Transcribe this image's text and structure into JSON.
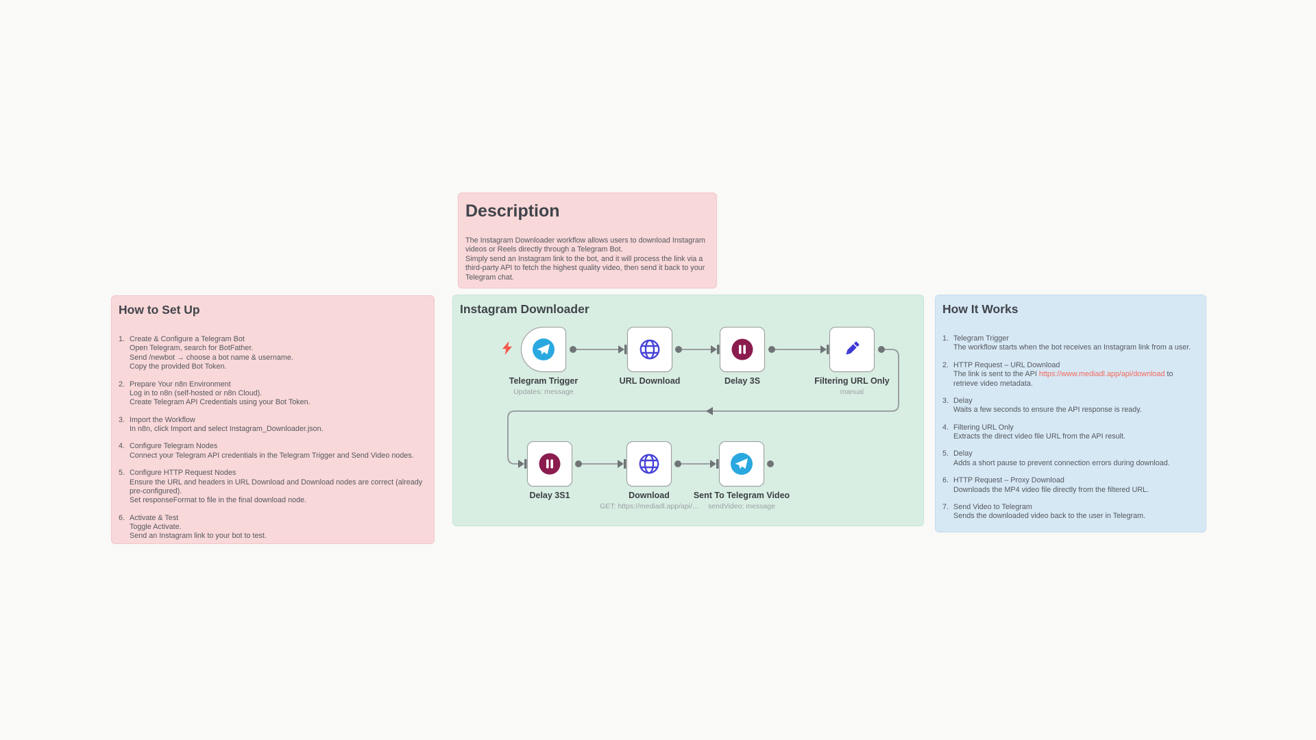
{
  "colors": {
    "canvas_bg": "#f9f9f7",
    "note_pink": "#f9d8da",
    "note_green": "#d9eee3",
    "note_blue": "#d7e8f5",
    "link_red": "#f2695c",
    "telegram_blue": "#2aa8e0",
    "globe_indigo": "#4743d6",
    "pause_maroon": "#8b1c4e",
    "pencil_blue": "#3d39d4",
    "bolt_red": "#f4574b",
    "connector_gray": "#999ea1"
  },
  "notes": {
    "description": {
      "title": "Description",
      "paragraphs": [
        "The Instagram Downloader workflow allows users to download Instagram videos or Reels directly through a Telegram Bot.",
        "Simply send an Instagram link to the bot, and it will process the link via a third-party API to fetch the highest quality video, then send it back to your Telegram chat."
      ]
    },
    "setup": {
      "title": "How to Set Up",
      "steps": [
        {
          "num": "1.",
          "title": "Create & Configure a Telegram Bot",
          "lines": [
            "Open Telegram, search for BotFather.",
            "Send /newbot → choose a bot name & username.",
            "Copy the provided Bot Token."
          ]
        },
        {
          "num": "2.",
          "title": "Prepare Your n8n Environment",
          "lines": [
            "Log in to n8n (self-hosted or n8n Cloud).",
            "Create Telegram API Credentials using your Bot Token."
          ]
        },
        {
          "num": "3.",
          "title": "Import the Workflow",
          "lines": [
            "In n8n, click Import and select Instagram_Downloader.json."
          ]
        },
        {
          "num": "4.",
          "title": "Configure Telegram Nodes",
          "lines": [
            "Connect your Telegram API credentials in the Telegram Trigger and Send Video nodes."
          ]
        },
        {
          "num": "5.",
          "title": "Configure HTTP Request Nodes",
          "lines": [
            "Ensure the URL and headers in URL Download and Download nodes are correct (already pre-configured).",
            "Set responseFormat to file in the final download node."
          ]
        },
        {
          "num": "6.",
          "title": "Activate & Test",
          "lines": [
            "Toggle Activate.",
            "Send an Instagram link to your bot to test."
          ]
        }
      ]
    },
    "workflow_note": {
      "title": "Instagram Downloader"
    },
    "how_it_works": {
      "title": "How It Works",
      "steps": [
        {
          "num": "1.",
          "title": "Telegram Trigger",
          "desc": "The workflow starts when the bot receives an Instagram link from a user."
        },
        {
          "num": "2.",
          "title": "HTTP Request – URL Download",
          "desc_pre": "The link is sent to the API ",
          "link": "https://www.mediadl.app/api/download",
          "desc_post": " to retrieve video metadata."
        },
        {
          "num": "3.",
          "title": "Delay",
          "desc": "Waits a few seconds to ensure the API response is ready."
        },
        {
          "num": "4.",
          "title": "Filtering URL Only",
          "desc": "Extracts the direct video file URL from the API result."
        },
        {
          "num": "5.",
          "title": "Delay",
          "desc": "Adds a short pause to prevent connection errors during download."
        },
        {
          "num": "6.",
          "title": "HTTP Request – Proxy Download",
          "desc": "Downloads the MP4 video file directly from the filtered URL."
        },
        {
          "num": "7.",
          "title": "Send Video to Telegram",
          "desc": "Sends the downloaded video back to the user in Telegram."
        }
      ]
    }
  },
  "workflow": {
    "nodes": [
      {
        "id": "telegram-trigger",
        "label": "Telegram Trigger",
        "subtitle": "Updates: message",
        "icon": "telegram-icon",
        "shape": "trigger"
      },
      {
        "id": "url-download",
        "label": "URL Download",
        "subtitle": "",
        "icon": "globe-icon",
        "shape": "square"
      },
      {
        "id": "delay-3s",
        "label": "Delay 3S",
        "subtitle": "",
        "icon": "pause-icon",
        "shape": "square"
      },
      {
        "id": "filtering-url-only",
        "label": "Filtering URL Only",
        "subtitle": "manual",
        "icon": "pencil-icon",
        "shape": "square"
      },
      {
        "id": "delay-3s1",
        "label": "Delay 3S1",
        "subtitle": "",
        "icon": "pause-icon",
        "shape": "square"
      },
      {
        "id": "download",
        "label": "Download",
        "subtitle": "GET: https://mediadl.app/api/...",
        "icon": "globe-icon",
        "shape": "square"
      },
      {
        "id": "sent-to-telegram-video",
        "label": "Sent To Telegram Video",
        "subtitle": "sendVideo: message",
        "icon": "telegram-icon",
        "shape": "square"
      }
    ]
  }
}
